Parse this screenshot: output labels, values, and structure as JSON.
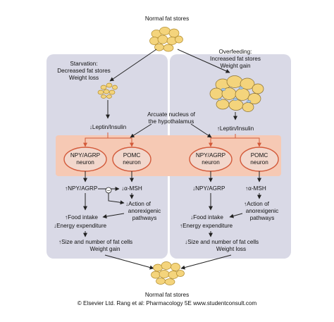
{
  "title": "Normal fat stores",
  "bottom_label": "Normal fat stores",
  "copyright": "© Elsevier Ltd. Rang et al: Pharmacology 5E www.studentconsult.com",
  "arcuate_label": [
    "Arcuate nucleus of",
    "the hypothalamus"
  ],
  "left": {
    "heading": [
      "Starvation:",
      "Decreased fat stores",
      "Weight loss"
    ],
    "leptin": "Leptin/Insulin",
    "leptin_dir": "↓",
    "neuron1": [
      "NPY/AGRP",
      "neuron"
    ],
    "neuron2": [
      "POMC",
      "neuron"
    ],
    "npy": "NPY/AGRP",
    "npy_dir": "↑",
    "msh": "α-MSH",
    "msh_dir": "↓",
    "inhibit_sign": "−",
    "action": [
      "Action of",
      "anorexigenic",
      "pathways"
    ],
    "action_dir": "↓",
    "food": "Food intake",
    "food_dir": "↑",
    "energy": "Energy expenditure",
    "energy_dir": "↓",
    "size": [
      "Size and number of fat cells",
      "Weight gain"
    ],
    "size_dir": "↑"
  },
  "right": {
    "heading": [
      "Overfeeding:",
      "Increased fat stores",
      "Weight gain"
    ],
    "leptin": "Leptin/Insulin",
    "leptin_dir": "↑",
    "neuron1": [
      "NPY/AGRP",
      "neuron"
    ],
    "neuron2": [
      "POMC",
      "neuron"
    ],
    "npy": "NPY/AGRP",
    "npy_dir": "↓",
    "msh": "α-MSH",
    "msh_dir": "↑",
    "action": [
      "Action of",
      "anorexigenic",
      "pathways"
    ],
    "action_dir": "↑",
    "food": "Food intake",
    "food_dir": "↓",
    "energy": "Energy expenditure",
    "energy_dir": "↑",
    "size": [
      "Size and number of fat cells",
      "Weight loss"
    ],
    "size_dir": "↓"
  },
  "colors": {
    "panel": "#d9d9e6",
    "hypothalamus_band": "#f6c9b4",
    "neuron_outline": "#d35a3a",
    "fat_cell": "#f4d47c"
  }
}
